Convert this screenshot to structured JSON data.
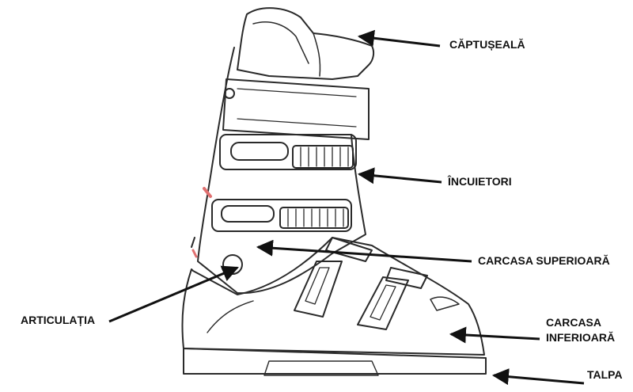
{
  "labels": {
    "liner": "CĂPTUȘEALĂ",
    "buckles": "ÎNCUIETORI",
    "upper_shell": "CARCASA SUPERIOARĂ",
    "hinge": "ARTICULAȚIA",
    "lower_shell_line1": "CARCASA",
    "lower_shell_line2": "INFERIOARĂ",
    "sole": "TALPA"
  },
  "colors": {
    "ink": "#111111",
    "line": "#2a2a2a",
    "accent_mark": "#e07070"
  }
}
